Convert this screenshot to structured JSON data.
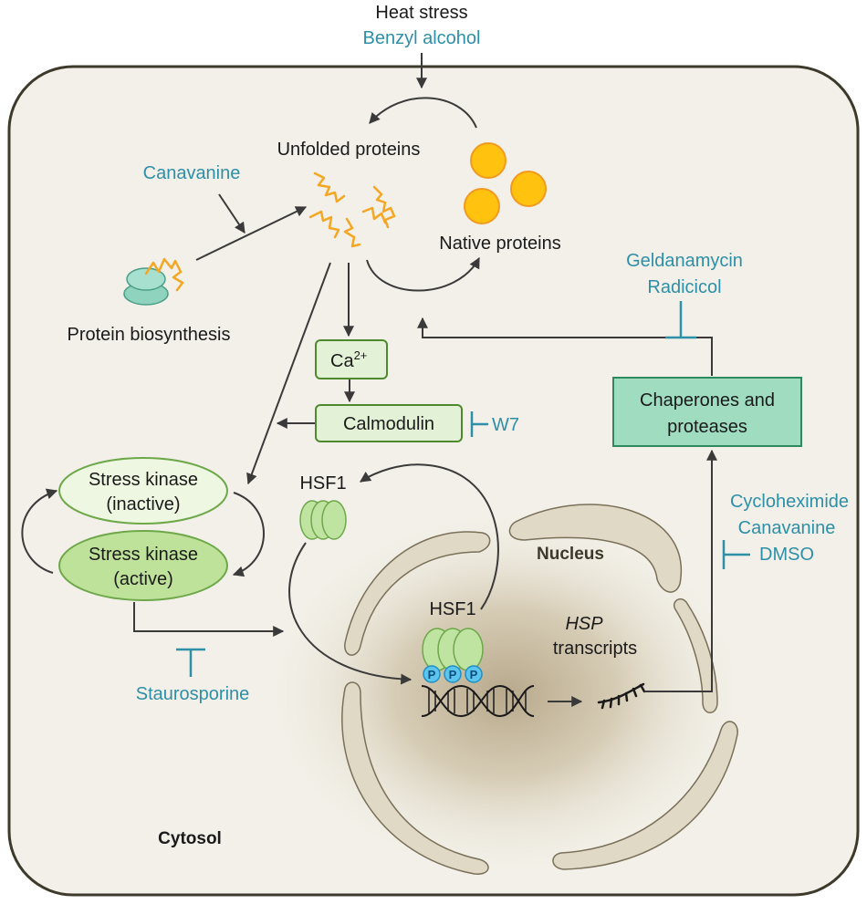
{
  "top": {
    "heat_stress": "Heat stress",
    "benzyl_alcohol": "Benzyl alcohol"
  },
  "nodes": {
    "unfolded_proteins": "Unfolded proteins",
    "native_proteins": "Native proteins",
    "protein_biosynthesis": "Protein biosynthesis",
    "ca_base": "Ca",
    "ca_sup": "2+",
    "calmodulin": "Calmodulin",
    "stress_kinase_inactive_l1": "Stress kinase",
    "stress_kinase_inactive_l2": "(inactive)",
    "stress_kinase_active_l1": "Stress kinase",
    "stress_kinase_active_l2": "(active)",
    "hsf1_cyto": "HSF1",
    "hsf1_nuc": "HSF1",
    "phospho": "P",
    "hsp_italic": "HSP",
    "transcripts": "transcripts",
    "chaperones_l1": "Chaperones and",
    "chaperones_l2": "proteases",
    "nucleus": "Nucleus",
    "cytosol": "Cytosol"
  },
  "inhibitors": {
    "canavanine": "Canavanine",
    "w7": "W7",
    "staurosporine": "Staurosporine",
    "geldanamycin": "Geldanamycin",
    "radicicol": "Radicicol",
    "cycloheximide": "Cycloheximide",
    "canavanine2": "Canavanine",
    "dmso": "DMSO"
  },
  "colors": {
    "cell_fill": "#f2f0e8",
    "cell_border": "#3d3a2c",
    "nucleus_fill": "#e0d9c5",
    "inhibitor_text": "#2e8fa8",
    "box_fill_light": "#e3f2d6",
    "box_border": "#4d8a2e",
    "chaperone_fill": "#9fdcc0",
    "chaperone_border": "#2e8a5e",
    "native_protein": "#ffc20e",
    "unfolded_protein": "#f5a623",
    "hsf1_fill": "#bfe3a1",
    "phospho_fill": "#5cc5ef"
  }
}
